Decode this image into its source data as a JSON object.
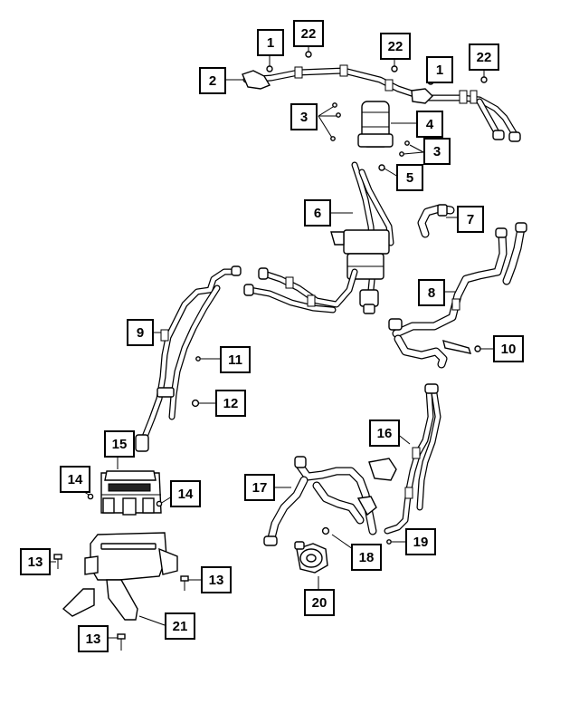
{
  "callouts": [
    {
      "id": "c1a",
      "label": "1"
    },
    {
      "id": "c22a",
      "label": "22"
    },
    {
      "id": "c2",
      "label": "2"
    },
    {
      "id": "c22b",
      "label": "22"
    },
    {
      "id": "c1b",
      "label": "1"
    },
    {
      "id": "c22c",
      "label": "22"
    },
    {
      "id": "c3a",
      "label": "3"
    },
    {
      "id": "c4",
      "label": "4"
    },
    {
      "id": "c3b",
      "label": "3"
    },
    {
      "id": "c5",
      "label": "5"
    },
    {
      "id": "c6",
      "label": "6"
    },
    {
      "id": "c7",
      "label": "7"
    },
    {
      "id": "c8",
      "label": "8"
    },
    {
      "id": "c9",
      "label": "9"
    },
    {
      "id": "c10",
      "label": "10"
    },
    {
      "id": "c11",
      "label": "11"
    },
    {
      "id": "c12",
      "label": "12"
    },
    {
      "id": "c15",
      "label": "15"
    },
    {
      "id": "c16",
      "label": "16"
    },
    {
      "id": "c14a",
      "label": "14"
    },
    {
      "id": "c14b",
      "label": "14"
    },
    {
      "id": "c17",
      "label": "17"
    },
    {
      "id": "c13a",
      "label": "13"
    },
    {
      "id": "c13b",
      "label": "13"
    },
    {
      "id": "c18",
      "label": "18"
    },
    {
      "id": "c19",
      "label": "19"
    },
    {
      "id": "c20",
      "label": "20"
    },
    {
      "id": "c21",
      "label": "21"
    },
    {
      "id": "c13c",
      "label": "13"
    }
  ]
}
